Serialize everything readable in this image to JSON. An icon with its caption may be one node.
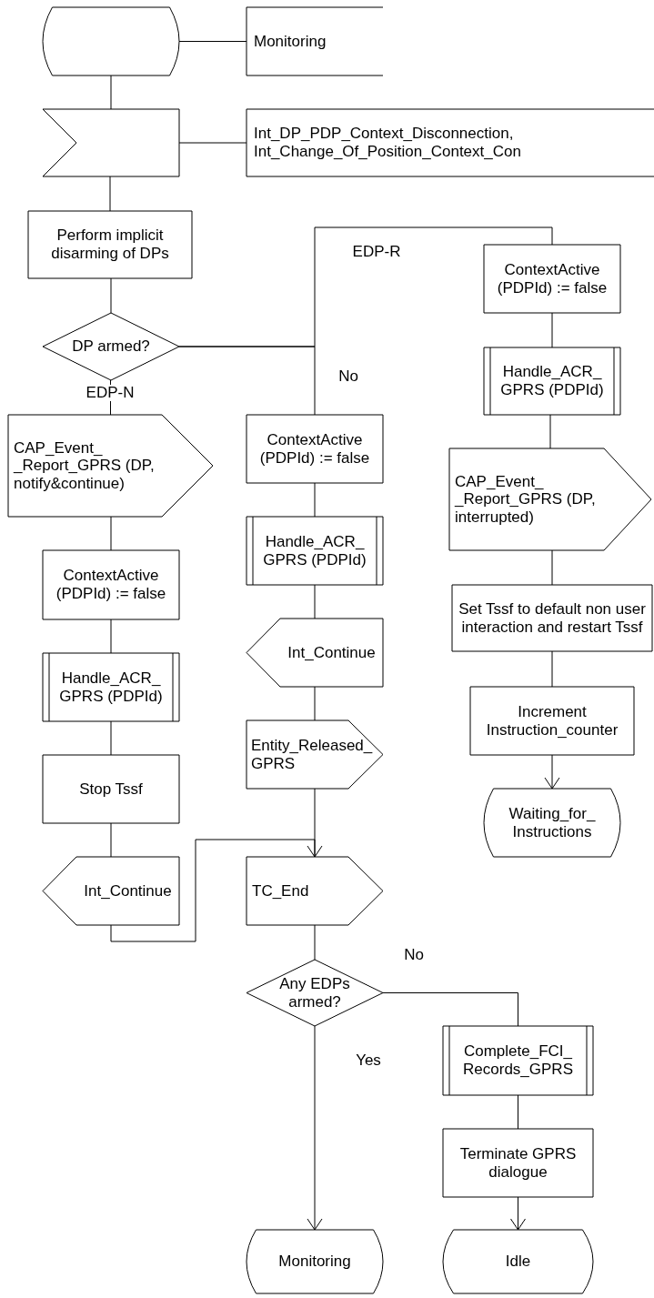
{
  "diagram": {
    "nodes": [
      {
        "text": [],
        "shape": "state"
      },
      {
        "text": [
          "Monitoring"
        ]
      },
      {
        "text": [],
        "shape": "flag"
      },
      {
        "text": [
          "Int_DP_PDP_Context_Disconnection, Int_Change_Of_Position_Context_Con"
        ]
      },
      {
        "text": [
          "Perform implicit disarming of DPs"
        ]
      },
      {
        "text": [
          "DP armed?"
        ]
      },
      {
        "text": [
          "ContextActive (PDPId) := false"
        ]
      },
      {
        "text": [
          "Handle_ACR_ GPRS (PDPId)"
        ]
      },
      {
        "text": [
          "CAP_Event_ _Report_GPRS (DP, interrupted)"
        ]
      },
      {
        "text": [
          "Set Tssf to default non user interaction and restart Tssf"
        ]
      },
      {
        "text": [
          "Increment Instruction_counter"
        ]
      },
      {
        "text": [
          "Waiting_for_ Instructions"
        ]
      },
      {
        "text": [
          "CAP_Event_ _Report_GPRS (DP, notify&continue)"
        ]
      },
      {
        "text": [
          "ContextActive (PDPId) := false"
        ]
      },
      {
        "text": [
          "Handle_ACR_ GPRS (PDPId)"
        ]
      },
      {
        "text": [
          "ContextActive (PDPId) := false"
        ]
      },
      {
        "text": [
          "Handle_ACR_ GPRS (PDPId)"
        ]
      },
      {
        "text": [
          "Int_Continue"
        ]
      },
      {
        "text": [
          "Entity_Released_ GPRS"
        ]
      },
      {
        "text": [
          "Stop Tssf"
        ]
      },
      {
        "text": [
          "Int_Continue"
        ]
      },
      {
        "text": [
          "TC_End"
        ]
      },
      {
        "text": [
          "Any EDPs armed?"
        ]
      },
      {
        "text": [
          "Complete_FCI_ Records_GPRS"
        ]
      },
      {
        "text": [
          "Terminate GPRS dialogue"
        ]
      },
      {
        "text": [
          "Monitoring"
        ]
      },
      {
        "text": [
          "Idle"
        ]
      }
    ],
    "edges": [
      {
        "from": 0,
        "to": 1,
        "arrow": "none"
      },
      {
        "from": 0,
        "to": 2,
        "arrow": "none"
      },
      {
        "from": 2,
        "to": 3,
        "arrow": "none"
      },
      {
        "from": 2,
        "to": 4,
        "arrow": "none"
      },
      {
        "from": 4,
        "to": 5,
        "arrow": "none"
      },
      {
        "from": 5,
        "to": 12,
        "arrow": "none",
        "label": "EDP-N"
      },
      {
        "from": 5,
        "to": 13,
        "arrow": "none",
        "label": "No"
      },
      {
        "from": 5,
        "to": 6,
        "arrow": "none",
        "label": "EDP-R"
      },
      {
        "from": 6,
        "to": 7,
        "arrow": "none"
      },
      {
        "from": 7,
        "to": 8,
        "arrow": "none"
      },
      {
        "from": 8,
        "to": 9,
        "arrow": "none"
      },
      {
        "from": 9,
        "to": 10,
        "arrow": "none"
      },
      {
        "from": 10,
        "to": 11,
        "arrow": "to"
      },
      {
        "from": 12,
        "to": 15,
        "arrow": "none"
      },
      {
        "from": 15,
        "to": 16,
        "arrow": "none"
      },
      {
        "from": 16,
        "to": 19,
        "arrow": "none"
      },
      {
        "from": 19,
        "to": 20,
        "arrow": "none"
      },
      {
        "from": 20,
        "to": 21,
        "arrow": "to"
      },
      {
        "from": 13,
        "to": 14,
        "arrow": "none"
      },
      {
        "from": 14,
        "to": 17,
        "arrow": "none"
      },
      {
        "from": 17,
        "to": 18,
        "arrow": "none"
      },
      {
        "from": 18,
        "to": 21,
        "arrow": "none"
      },
      {
        "from": 21,
        "to": 22,
        "arrow": "none"
      },
      {
        "from": 22,
        "to": 25,
        "arrow": "to",
        "label": "Yes"
      },
      {
        "from": 22,
        "to": 23,
        "arrow": "none",
        "label": "No"
      },
      {
        "from": 23,
        "to": 24,
        "arrow": "none"
      },
      {
        "from": 24,
        "to": 26,
        "arrow": "to"
      }
    ]
  }
}
